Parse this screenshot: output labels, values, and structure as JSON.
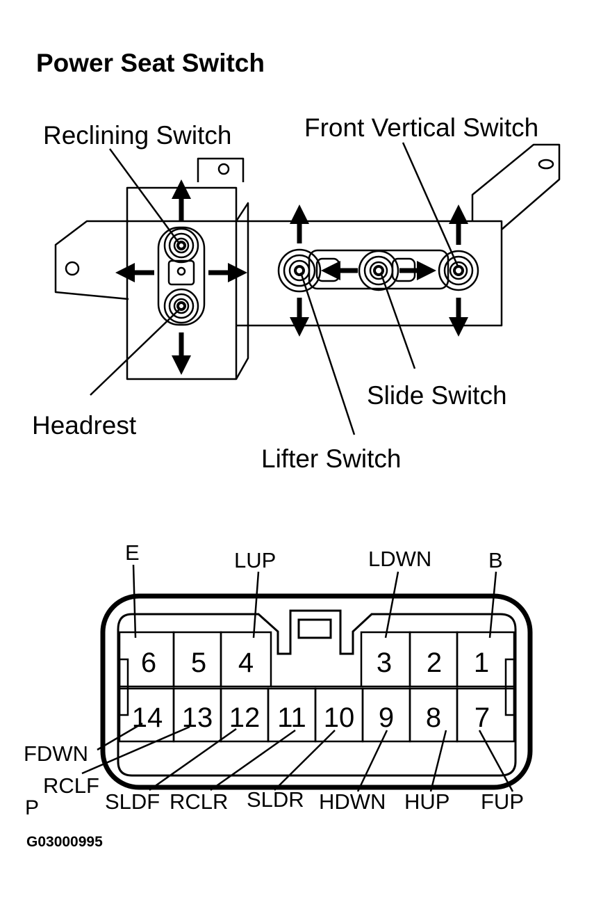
{
  "title": "Power Seat Switch",
  "switch_labels": {
    "reclining": "Reclining Switch",
    "front_vertical": "Front Vertical Switch",
    "headrest": "Headrest",
    "slide": "Slide Switch",
    "lifter": "Lifter Switch"
  },
  "connector": {
    "top_row_pins": [
      "6",
      "5",
      "4",
      "3",
      "2",
      "1"
    ],
    "bottom_row_pins": [
      "14",
      "13",
      "12",
      "11",
      "10",
      "9",
      "8",
      "7"
    ],
    "terminal_labels": {
      "E": "E",
      "LUP": "LUP",
      "LDWN": "LDWN",
      "B": "B",
      "FDWN": "FDWN",
      "RCLF": "RCLF",
      "SLDF": "SLDF",
      "RCLR": "RCLR",
      "SLDR": "SLDR",
      "HDWN": "HDWN",
      "HUP": "HUP",
      "FUP": "FUP"
    },
    "view_marker": "P"
  },
  "figure_code": "G03000995",
  "colors": {
    "ink": "#000000",
    "paper": "#ffffff"
  }
}
